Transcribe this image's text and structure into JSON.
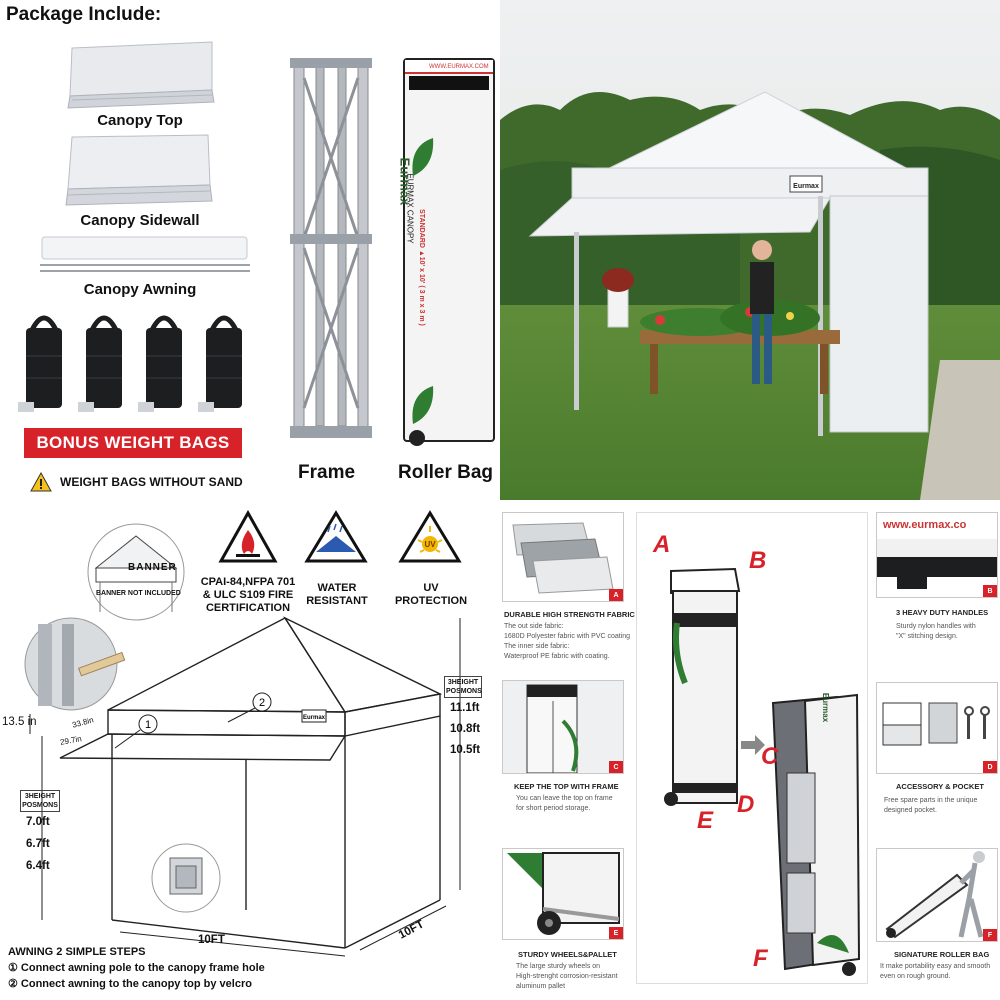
{
  "package": {
    "title": "Package Include:",
    "canopy_top": "Canopy Top",
    "canopy_sidewall": "Canopy Sidewall",
    "canopy_awning": "Canopy Awning",
    "bonus": "BONUS WEIGHT BAGS",
    "warning": "WEIGHT BAGS WITHOUT SAND",
    "frame": "Frame",
    "roller_bag": "Roller Bag",
    "bag_brand": "Eurmax",
    "bag_text": "EURMAX CANOPY",
    "bag_std": "STANDARD ▲10' x 10' ( 3 m x 3 m )",
    "bag_url": "WWW.EURMAX.COM"
  },
  "photo": {
    "sign": "Eurmax"
  },
  "specs": {
    "banner": "BANNER",
    "banner_note": "BANNER NOT INCLUDED",
    "cert": [
      "CPAI-84,NFPA 701",
      "& ULC S109 FIRE",
      "CERTIFICATION"
    ],
    "water": [
      "WATER",
      "RESISTANT"
    ],
    "uv": [
      "UV",
      "PROTECTION"
    ],
    "uv_badge": "UV",
    "top_heights_label": [
      "3HEIGHT",
      "POSMONS"
    ],
    "top_heights": [
      "11.1ft",
      "10.8ft",
      "10.5ft"
    ],
    "low_heights_label": [
      "3HEIGHT",
      "POSMONS"
    ],
    "low_heights": [
      "7.0ft",
      "6.7ft",
      "6.4ft"
    ],
    "awning_depth": "13.5 in",
    "dim_a": "33.8in",
    "dim_b": "29.7in",
    "width": "10FT",
    "depth": "10FT",
    "step1_num": "1",
    "step2_num": "2",
    "brand": "Eurmax",
    "steps_title": "AWNING 2 SIMPLE STEPS",
    "step1": "① Connect awning pole to the canopy frame hole",
    "step2": "② Connect awning to the canopy top by velcro"
  },
  "features": {
    "fabric_title": "DURABLE HIGH STRENGTH FABRIC",
    "fabric_desc": [
      "The out side fabric:",
      "1680D Polyester fabric with PVC coating",
      "The inner side fabric:",
      "Waterproof PE fabric with coating."
    ],
    "keep_title": "KEEP THE TOP WITH FRAME",
    "keep_desc": [
      "You can leave the top on frame",
      "for short period storage."
    ],
    "wheels_title": "STURDY WHEELS&PALLET",
    "wheels_desc": [
      "The large sturdy wheels on",
      "High-strenght corrosion-resistant",
      "aluminum pallet"
    ],
    "handles_title": "3 HEAVY DUTY HANDLES",
    "handles_desc": [
      "Sturdy nylon handles with",
      "\"X\" stitching design."
    ],
    "pocket_title": "ACCESSORY & POCKET",
    "pocket_desc": [
      "Free spare parts in the unique",
      "designed pocket."
    ],
    "roller_title": "SIGNATURE ROLLER BAG",
    "roller_desc": [
      "It make portability easy and smooth",
      "even on rough ground."
    ],
    "url": "www.eurmax.co",
    "letters": [
      "A",
      "B",
      "C",
      "D",
      "E",
      "F"
    ],
    "corner_a": "A",
    "corner_b": "B",
    "corner_c": "C",
    "corner_d": "D",
    "corner_e": "E",
    "corner_f": "F"
  }
}
